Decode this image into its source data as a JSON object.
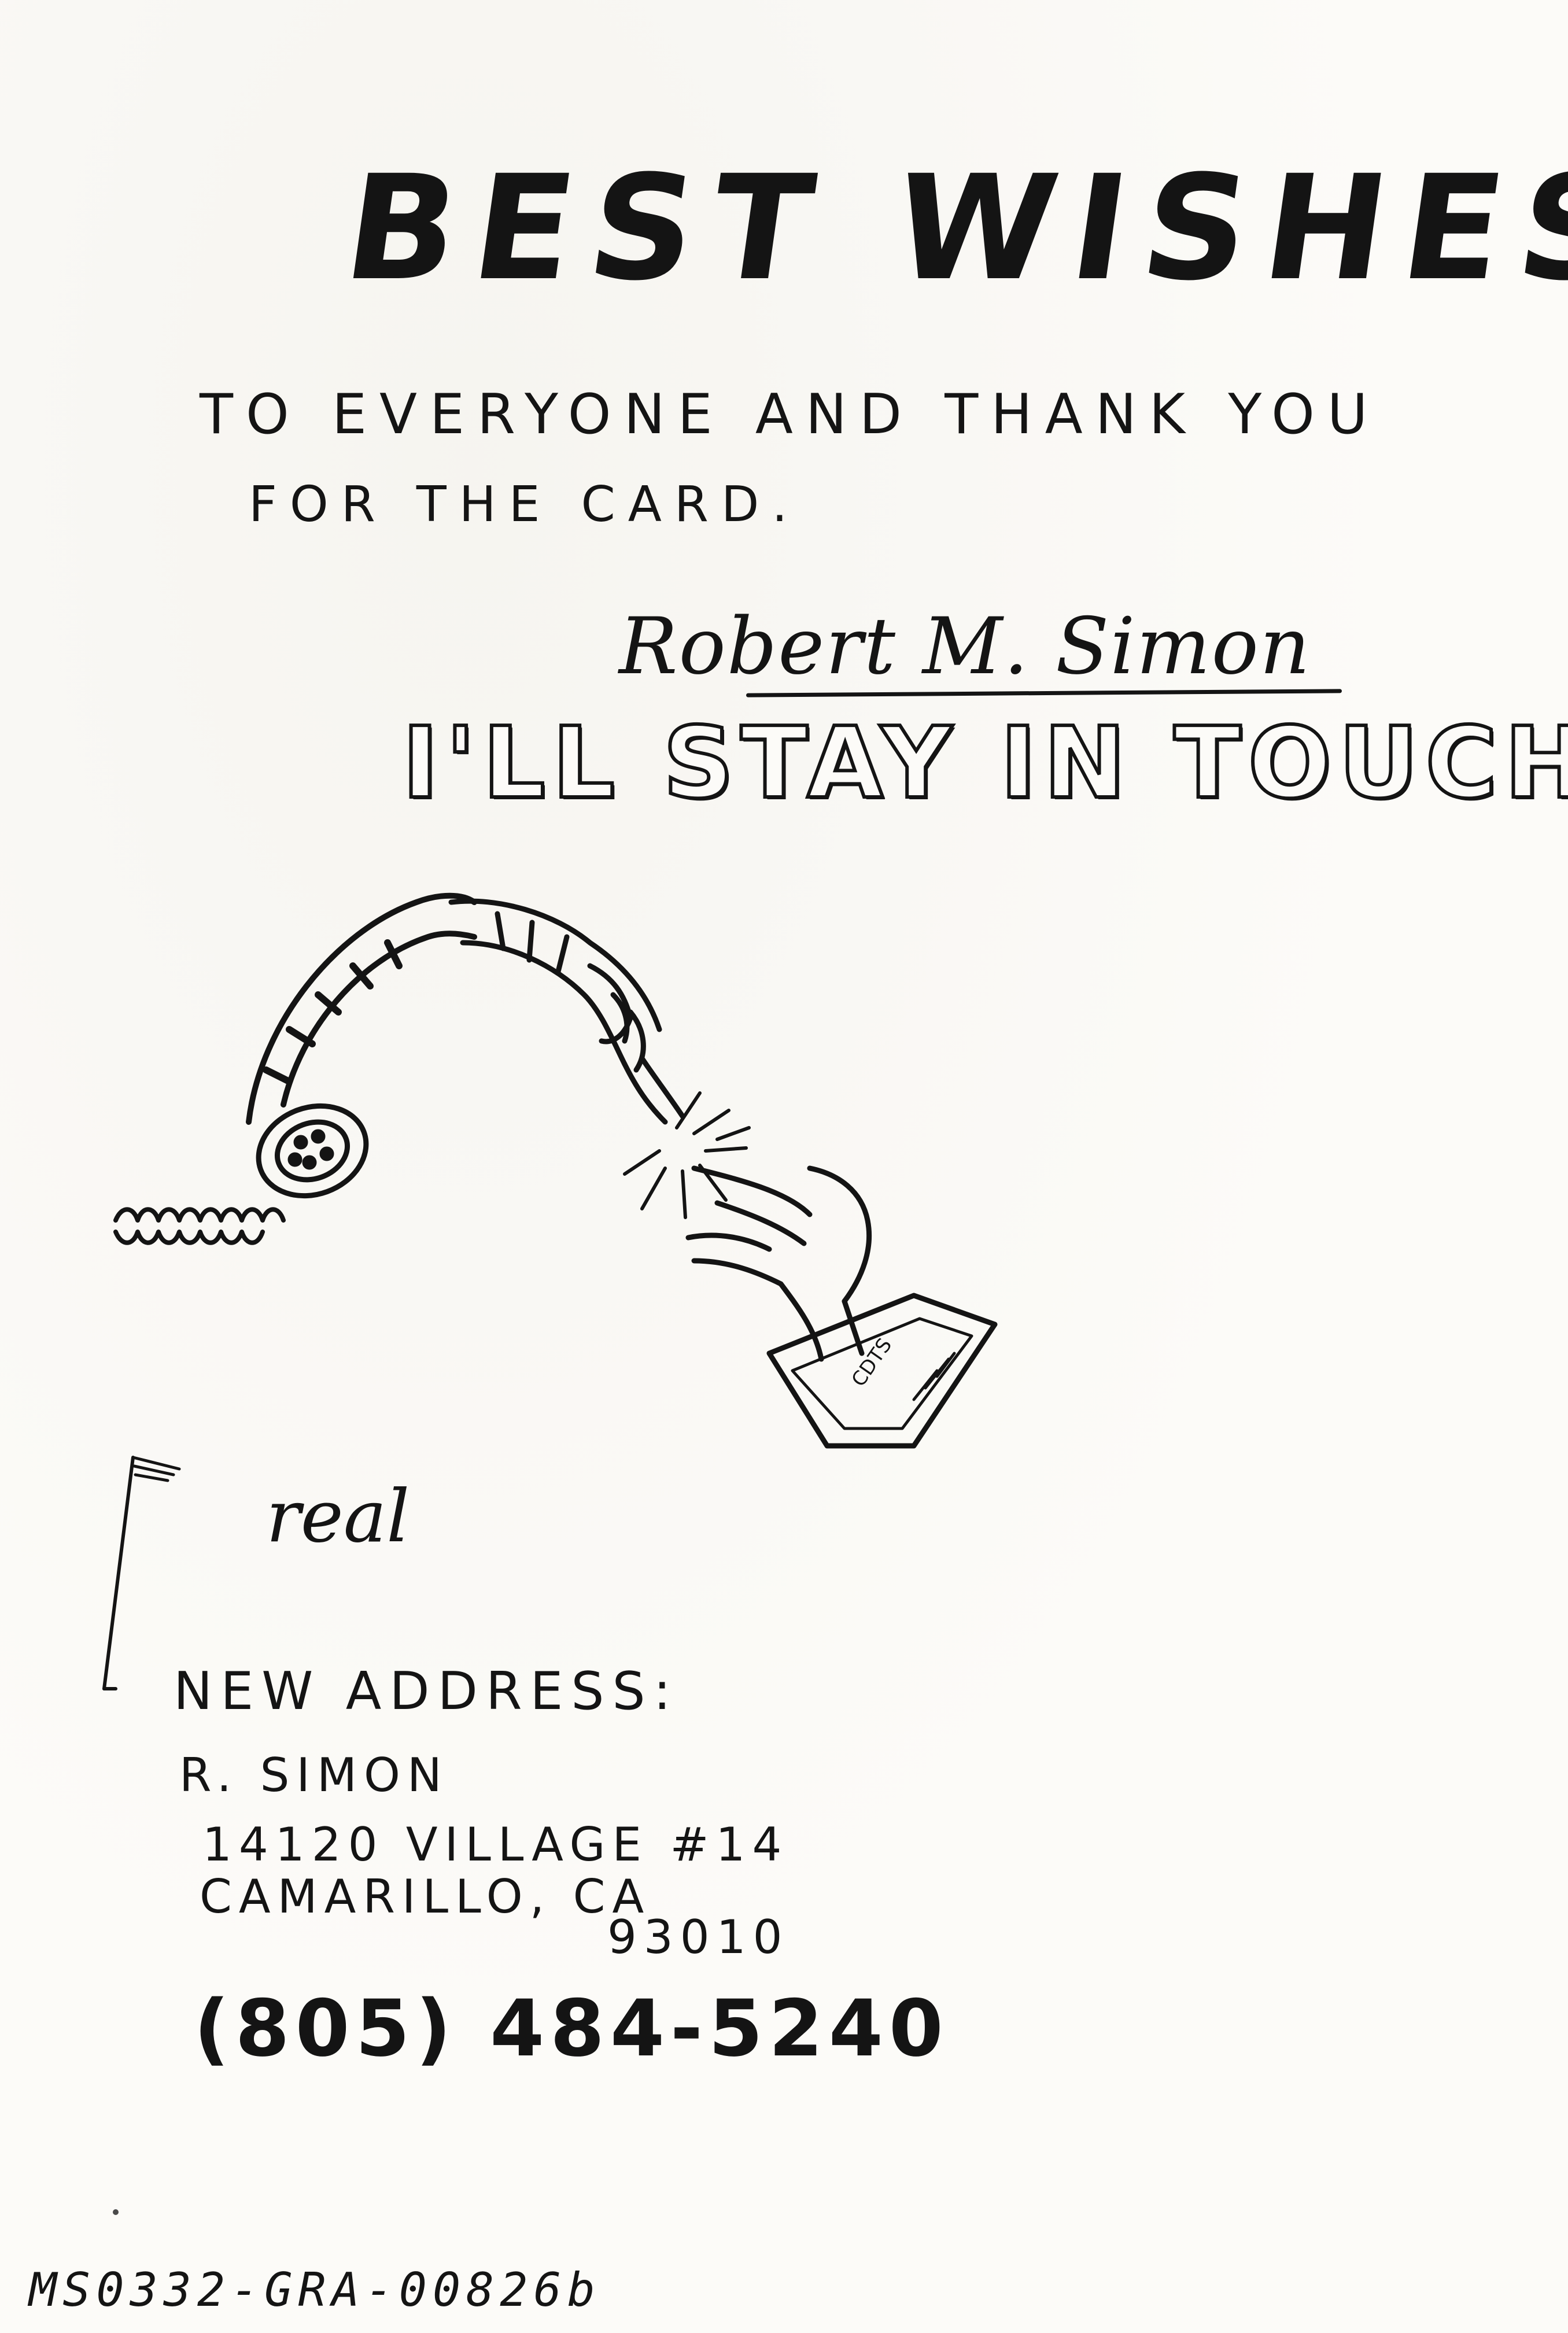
{
  "card": {
    "title": "BEST WISHES",
    "message_line1": "TO EVERYONE AND THANK YOU",
    "message_line2": "FOR THE CARD.",
    "signature": "Robert M. Simon",
    "bubble_text": "I'LL STAY IN TOUCH",
    "drawing_card_label": "CDTS",
    "margin_note": "real",
    "address": {
      "label": "NEW ADDRESS:",
      "name": "R. SIMON",
      "street": "14120 VILLAGE #14",
      "city": "CAMARILLO, CA",
      "zip": "93010",
      "phone": "(805) 484-5240"
    },
    "archive_id": "MS0332-GRA-00826b"
  }
}
